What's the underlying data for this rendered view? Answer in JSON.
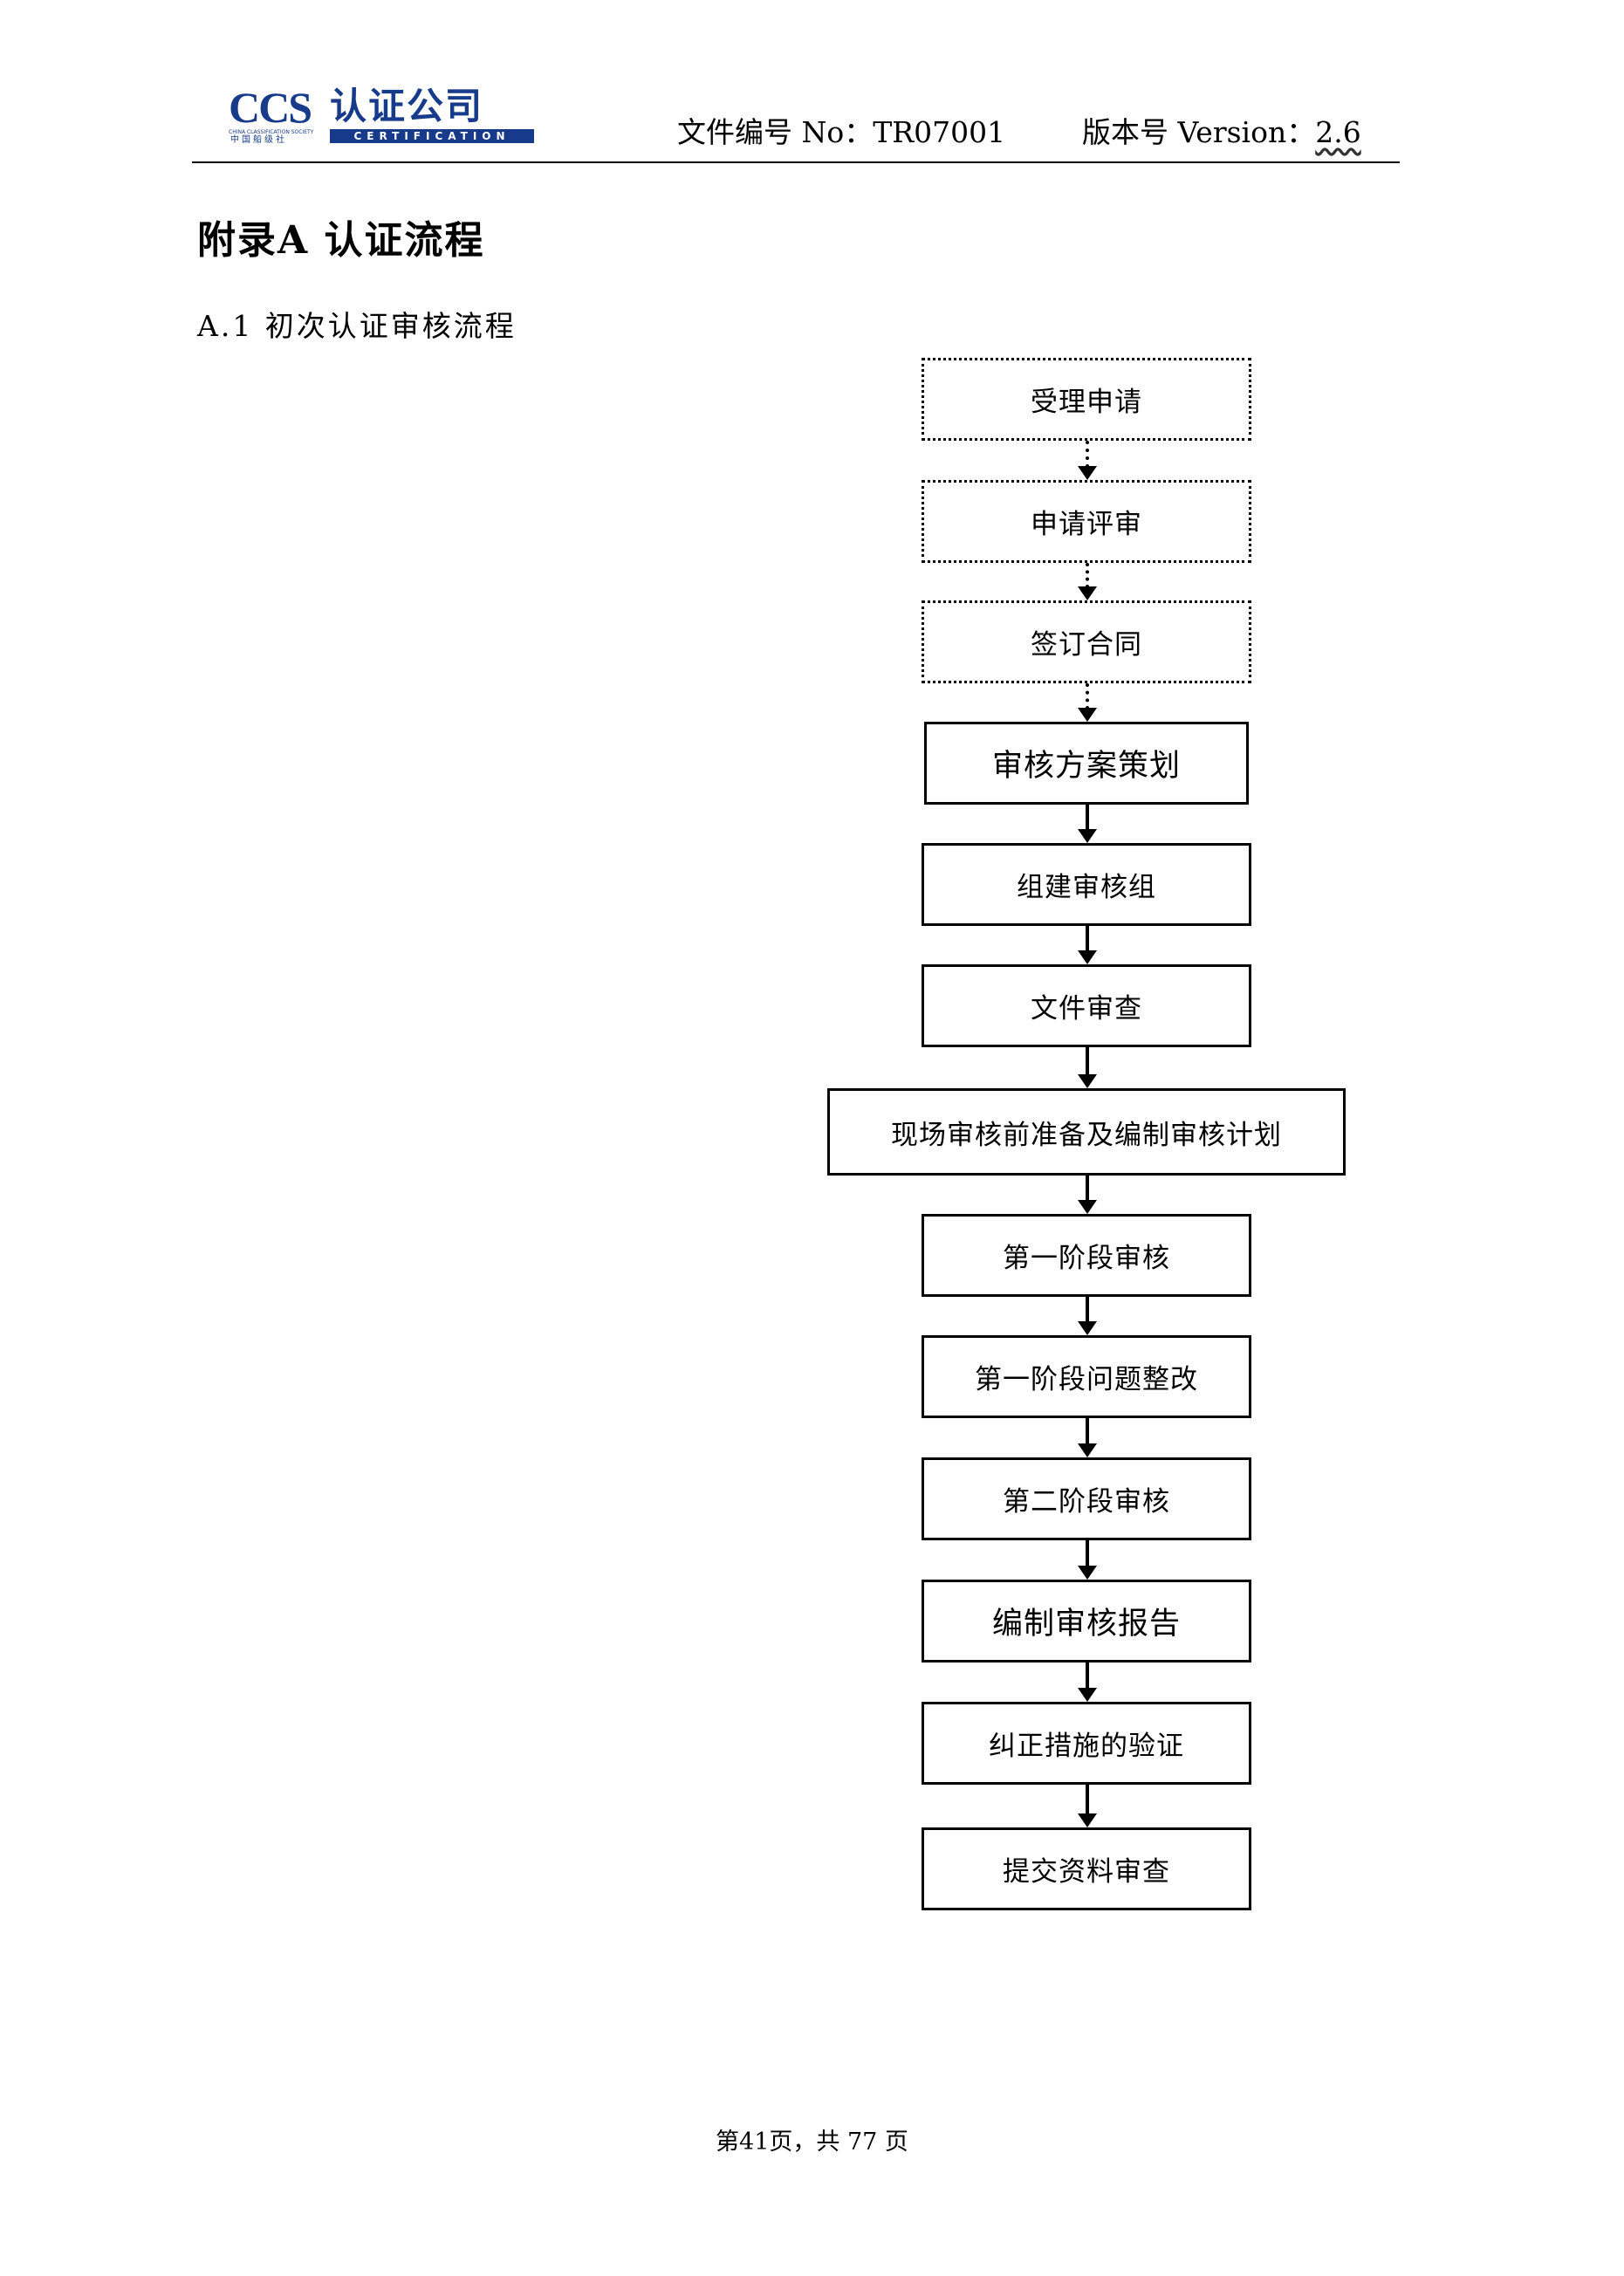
{
  "header": {
    "logo": {
      "abbr": "CCS",
      "cn_name": "认证公司",
      "en_name": "CERTIFICATION",
      "society_en": "CHINA CLASSIFICATION SOCIETY",
      "society_cn": "中国船级社",
      "color": "#173a8a"
    },
    "doc_no_label": "文件编号 No：TR07001",
    "version_label": "版本号 Version：",
    "version_value": "2.6"
  },
  "appendix_title": "附录A 认证流程",
  "section_title": "A.1 初次认证审核流程",
  "flowchart": {
    "steps": [
      {
        "label": "受理申请",
        "border": "dotted"
      },
      {
        "label": "申请评审",
        "border": "dotted"
      },
      {
        "label": "签订合同",
        "border": "dotted"
      },
      {
        "label": "审核方案策划",
        "border": "solid"
      },
      {
        "label": "组建审核组",
        "border": "solid"
      },
      {
        "label": "文件审查",
        "border": "solid"
      },
      {
        "label": "现场审核前准备及编制审核计划",
        "border": "solid"
      },
      {
        "label": "第一阶段审核",
        "border": "solid"
      },
      {
        "label": "第一阶段问题整改",
        "border": "solid"
      },
      {
        "label": "第二阶段审核",
        "border": "solid"
      },
      {
        "label": "编制审核报告",
        "border": "solid"
      },
      {
        "label": "纠正措施的验证",
        "border": "solid"
      },
      {
        "label": "提交资料审查",
        "border": "solid"
      }
    ]
  },
  "footer": {
    "page_text": "第41页，共 77 页"
  }
}
